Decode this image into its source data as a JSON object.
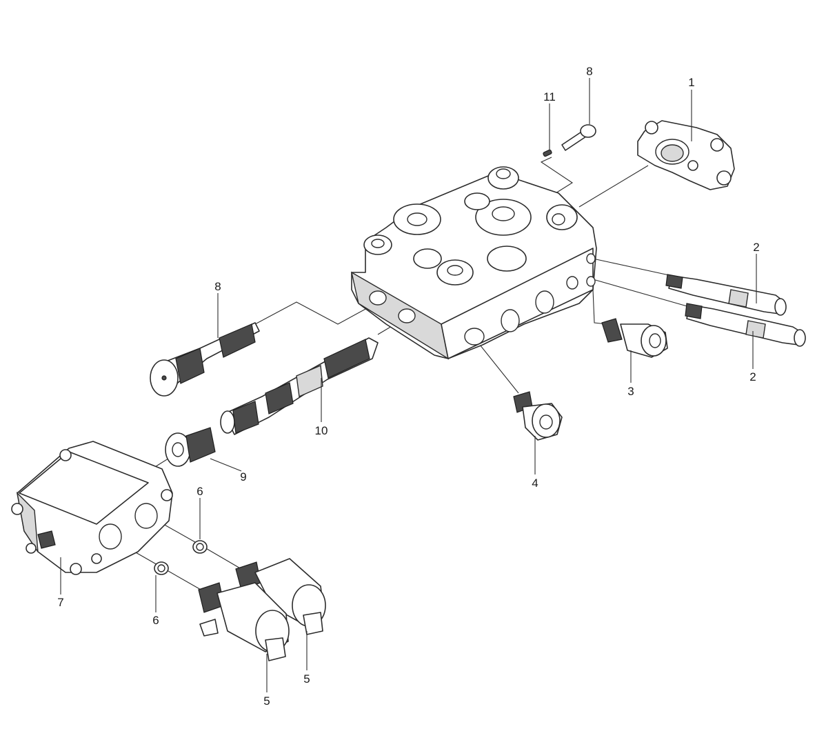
{
  "callouts": {
    "c1": "1",
    "c2a": "2",
    "c2b": "2",
    "c3": "3",
    "c4": "4",
    "c5a": "5",
    "c5b": "5",
    "c6a": "6",
    "c6b": "6",
    "c7": "7",
    "c8a": "8",
    "c8b": "8",
    "c9": "9",
    "c10": "10",
    "c11": "11"
  }
}
